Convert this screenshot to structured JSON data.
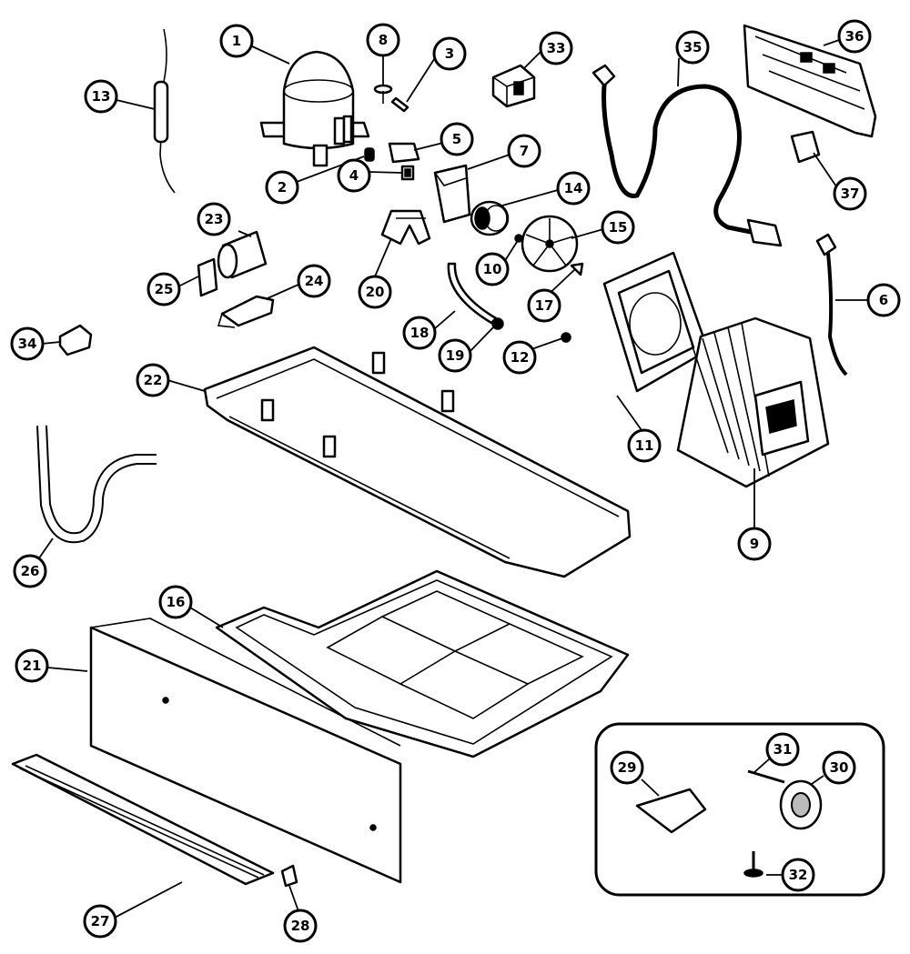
{
  "diagram": {
    "callouts": [
      {
        "n": "1"
      },
      {
        "n": "2"
      },
      {
        "n": "3"
      },
      {
        "n": "4"
      },
      {
        "n": "5"
      },
      {
        "n": "6"
      },
      {
        "n": "7"
      },
      {
        "n": "8"
      },
      {
        "n": "9"
      },
      {
        "n": "10"
      },
      {
        "n": "11"
      },
      {
        "n": "12"
      },
      {
        "n": "13"
      },
      {
        "n": "14"
      },
      {
        "n": "15"
      },
      {
        "n": "16"
      },
      {
        "n": "17"
      },
      {
        "n": "18"
      },
      {
        "n": "19"
      },
      {
        "n": "20"
      },
      {
        "n": "21"
      },
      {
        "n": "22"
      },
      {
        "n": "23"
      },
      {
        "n": "24"
      },
      {
        "n": "25"
      },
      {
        "n": "26"
      },
      {
        "n": "27"
      },
      {
        "n": "28"
      },
      {
        "n": "29"
      },
      {
        "n": "30"
      },
      {
        "n": "31"
      },
      {
        "n": "32"
      },
      {
        "n": "33"
      },
      {
        "n": "34"
      },
      {
        "n": "35"
      },
      {
        "n": "36"
      },
      {
        "n": "37"
      }
    ]
  },
  "colors": {
    "line": "#000000",
    "background": "#ffffff"
  }
}
